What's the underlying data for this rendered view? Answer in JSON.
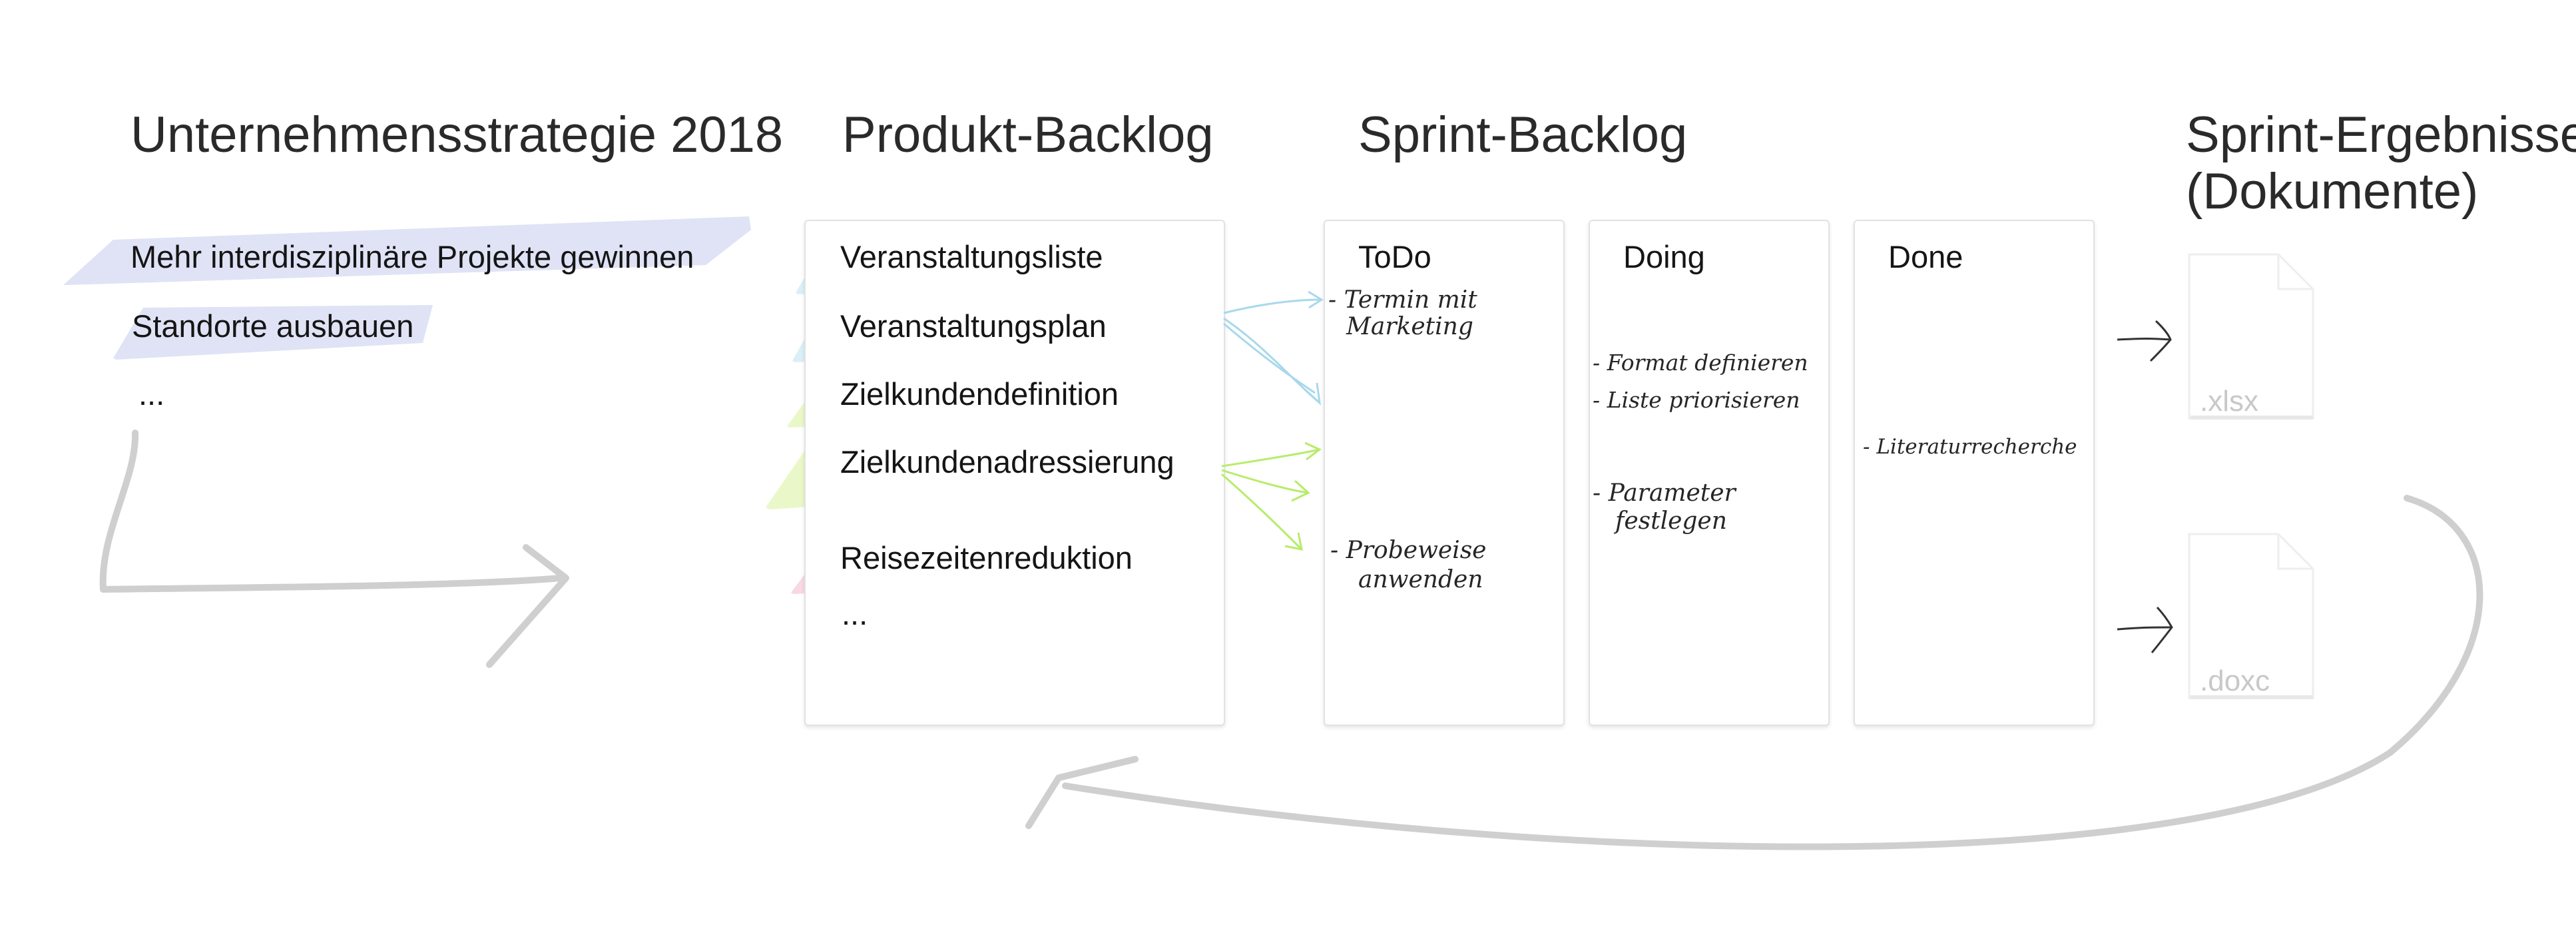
{
  "headings": {
    "strategy": "Unternehmensstrategie 2018",
    "product_backlog": "Produkt-Backlog",
    "sprint_backlog": "Sprint-Backlog",
    "results_line1": "Sprint-Ergebnisse",
    "results_line2": "(Dokumente)"
  },
  "strategy_items": [
    "Mehr interdisziplinäre Projekte gewinnen",
    "Standorte ausbauen",
    "..."
  ],
  "product_backlog": {
    "items": [
      "Veranstaltungsliste",
      "Veranstaltungsplan",
      "Zielkundendefinition",
      "Zielkundenadressierung",
      "Reisezeitenreduktion",
      "..."
    ],
    "highlight_colors": [
      "#d7edf6",
      "#d7edf6",
      "#e9f8c6",
      "#e9f8c6",
      "#f8d6e2"
    ]
  },
  "sprint_backlog": {
    "columns": [
      "ToDo",
      "Doing",
      "Done"
    ],
    "todo_notes": [
      "- Termin mit",
      "Marketing",
      "- Probeweise",
      "anwenden"
    ],
    "doing_notes": [
      "- Format definieren",
      "- Liste priorisieren",
      "- Parameter",
      "festlegen"
    ],
    "done_notes": [
      "- Literaturrecherche"
    ]
  },
  "results": {
    "files": [
      ".xlsx",
      ".doxc"
    ]
  },
  "colors": {
    "strategy_highlight": "#dde2f4",
    "arrow_gray": "#cfcfcf",
    "arrow_blue": "#a8d9ea",
    "arrow_green": "#b7ec6a"
  }
}
